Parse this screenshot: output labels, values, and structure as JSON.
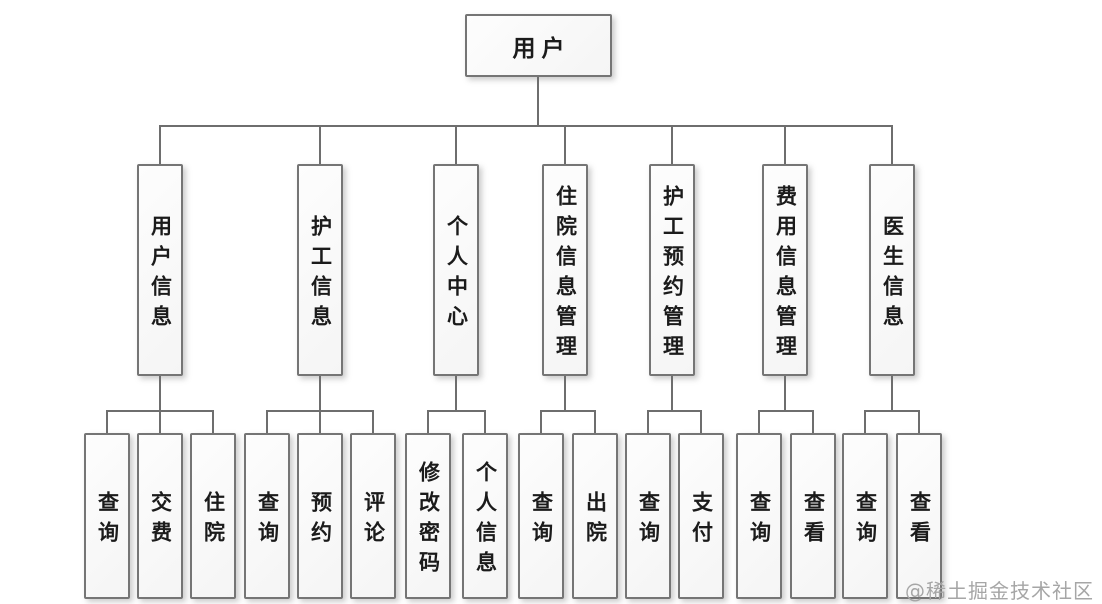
{
  "diagram": {
    "root": {
      "label": "用户"
    },
    "branches": [
      {
        "label": "用户信息",
        "children": [
          {
            "label": "查询"
          },
          {
            "label": "交费"
          },
          {
            "label": "住院"
          }
        ]
      },
      {
        "label": "护工信息",
        "children": [
          {
            "label": "查询"
          },
          {
            "label": "预约"
          },
          {
            "label": "评论"
          }
        ]
      },
      {
        "label": "个人中心",
        "children": [
          {
            "label": "修改密码"
          },
          {
            "label": "个人信息"
          }
        ]
      },
      {
        "label": "住院信息管理",
        "children": [
          {
            "label": "查询"
          },
          {
            "label": "出院"
          }
        ]
      },
      {
        "label": "护工预约管理",
        "children": [
          {
            "label": "查询"
          },
          {
            "label": "支付"
          }
        ]
      },
      {
        "label": "费用信息管理",
        "children": [
          {
            "label": "查询"
          },
          {
            "label": "查看"
          }
        ]
      },
      {
        "label": "医生信息",
        "children": [
          {
            "label": "查询"
          },
          {
            "label": "查看"
          }
        ]
      }
    ],
    "watermark": "@稀土掘金技术社区",
    "colors": {
      "background": "#ffffff",
      "box_fill": "#fafafa",
      "box_border": "#757575",
      "connector": "#6e6e6e",
      "text": "#1b1b1b",
      "watermark": "#a6a6a6"
    }
  }
}
